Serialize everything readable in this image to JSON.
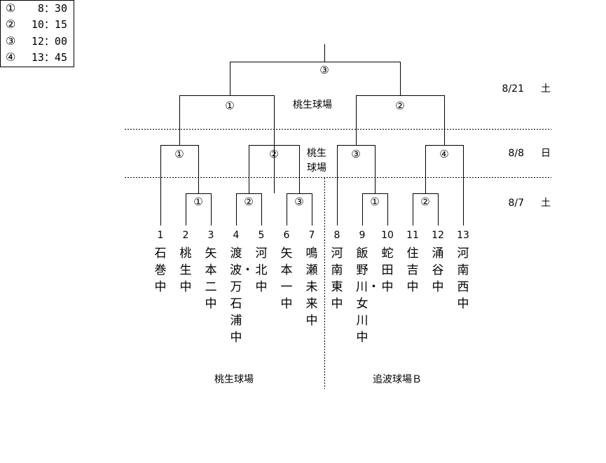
{
  "legend": [
    {
      "mark": "①",
      "time": "8：30"
    },
    {
      "mark": "②",
      "time": "10：15"
    },
    {
      "mark": "③",
      "time": "12：00"
    },
    {
      "mark": "④",
      "time": "13：45"
    }
  ],
  "rounds": [
    {
      "date": "8/21",
      "day": "土"
    },
    {
      "date": "8/8",
      "day": "日"
    },
    {
      "date": "8/7",
      "day": "土"
    }
  ],
  "venues": {
    "final_round": "桃生球場",
    "second_round_line1": "桃生",
    "second_round_line2": "球場",
    "first_left": "桃生球場",
    "first_right": "追波球場Ｂ"
  },
  "marks": {
    "final": "③",
    "semi_left": "①",
    "semi_right": "②",
    "r2": [
      "①",
      "②",
      "③",
      "④"
    ],
    "r1": [
      "①",
      "②",
      "③",
      "①",
      "②"
    ]
  },
  "teams": [
    {
      "no": "1",
      "name": "石巻中"
    },
    {
      "no": "2",
      "name": "桃生中"
    },
    {
      "no": "3",
      "name": "矢本二中"
    },
    {
      "no": "4",
      "name": "渡波・万石浦中"
    },
    {
      "no": "5",
      "name": "河北中"
    },
    {
      "no": "6",
      "name": "矢本一中"
    },
    {
      "no": "7",
      "name": "鳴瀬未来中"
    },
    {
      "no": "8",
      "name": "河南東中"
    },
    {
      "no": "9",
      "name": "飯野川・女川中"
    },
    {
      "no": "10",
      "name": "蛇田中"
    },
    {
      "no": "11",
      "name": "住吉中"
    },
    {
      "no": "12",
      "name": "涌谷中"
    },
    {
      "no": "13",
      "name": "河南西中"
    }
  ]
}
